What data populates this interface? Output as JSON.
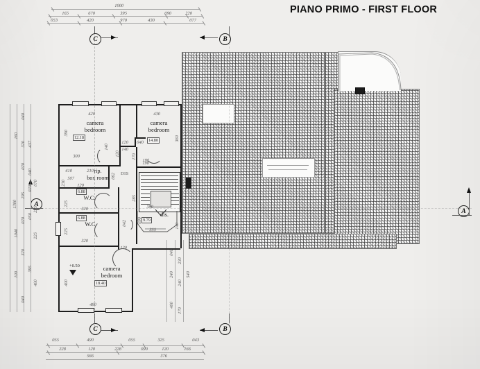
{
  "sheet": {
    "title": "PIANO PRIMO - FIRST FLOOR",
    "background_color": "#efeeec",
    "ink_color": "#1d1d1d",
    "dimension_color": "#4a4a4a"
  },
  "section_markers": {
    "top": [
      {
        "label": "C",
        "direction": "right"
      },
      {
        "label": "B",
        "direction": "left"
      }
    ],
    "bottom": [
      {
        "label": "C",
        "direction": "right"
      },
      {
        "label": "B",
        "direction": "left"
      }
    ],
    "left": [
      {
        "label": "A",
        "direction": "up"
      }
    ],
    "right": [
      {
        "label": "A",
        "direction": "up"
      }
    ]
  },
  "rooms": [
    {
      "id": "bedroom-upper-left",
      "name_it": "camera",
      "name_en": "bedroom",
      "area": "12.18",
      "dims": {
        "width": "420",
        "depth": "300",
        "side": "390"
      }
    },
    {
      "id": "bedroom-upper-right",
      "name_it": "camera",
      "name_en": "bedroom",
      "area": "14.80",
      "dims": {
        "width": "430",
        "depth": "360"
      }
    },
    {
      "id": "box-room",
      "name_it": "rip.",
      "name_en": "box room",
      "dims": {
        "width": "210",
        "depth": "120"
      }
    },
    {
      "id": "wc-upper",
      "name_it": "W.C.",
      "name_en": "",
      "area": "6.88",
      "dims": {
        "width": "320",
        "depth": "225"
      }
    },
    {
      "id": "wc-lower",
      "name_it": "W.C.",
      "name_en": "",
      "area": "6.88",
      "dims": {
        "width": "320",
        "depth": "225"
      }
    },
    {
      "id": "bedroom-lower",
      "name_it": "camera",
      "name_en": "bedroom",
      "area": "18.40",
      "level": "+0.50",
      "dims": {
        "width": "480",
        "depth": "400"
      }
    },
    {
      "id": "hallway",
      "name_it": "dis.",
      "name_en": "",
      "area": "9.79",
      "dims": {
        "width": "380",
        "depth": "355"
      }
    },
    {
      "id": "landing",
      "name_it": "DIS",
      "name_en": "",
      "dims": {}
    }
  ],
  "dimensions": {
    "top": {
      "overall": "1000",
      "row1": [
        "165",
        "670",
        "395",
        "090",
        "220"
      ],
      "row2": [
        "053",
        "420",
        "970",
        "430",
        "077"
      ]
    },
    "bottom": {
      "row1": [
        "055",
        "490",
        "055",
        "325",
        "043"
      ],
      "row2": [
        "228",
        "120",
        "228",
        "090",
        "120",
        "166"
      ],
      "row3": [
        "566",
        "376"
      ]
    },
    "left": {
      "overall": "1300",
      "row1": [
        "040",
        "320",
        "020",
        "295",
        "020",
        "320",
        "040"
      ],
      "row2": [
        "437",
        "040",
        "020",
        "050",
        "395"
      ],
      "row3": [
        "1040",
        "160",
        "100"
      ],
      "row4": [
        "070",
        "225",
        "225",
        "400"
      ]
    },
    "right": {
      "row1": [
        "040",
        "240",
        "400",
        "040"
      ],
      "row2": [
        "230",
        "240",
        "170"
      ],
      "row3": [
        "540"
      ]
    },
    "interior": {
      "upper_left_bedroom": [
        "420",
        "390",
        "300",
        "12.18"
      ],
      "upper_right_bedroom": [
        "430",
        "360",
        "190",
        "14.80"
      ],
      "corridor": [
        "120",
        "040",
        "140",
        "140",
        "170",
        "120",
        "190"
      ],
      "box_room": [
        "410",
        "210",
        "120",
        "062",
        "230",
        "507"
      ],
      "wc_upper": [
        "320",
        "225",
        "6.88",
        "120"
      ],
      "wc_lower": [
        "320",
        "225",
        "6.88",
        "042",
        "120"
      ],
      "lower_bedroom": [
        "480",
        "400",
        "18.40",
        "+0.50"
      ],
      "stairs_hall": [
        "380",
        "355",
        "9.79",
        "090",
        "140",
        "285"
      ]
    }
  },
  "roof": {
    "hatch_style": "tile-texture",
    "insets": [
      {
        "id": "skylight-left",
        "label": ""
      },
      {
        "id": "skylight-center",
        "label": ""
      },
      {
        "id": "chimney",
        "label": ""
      }
    ]
  }
}
